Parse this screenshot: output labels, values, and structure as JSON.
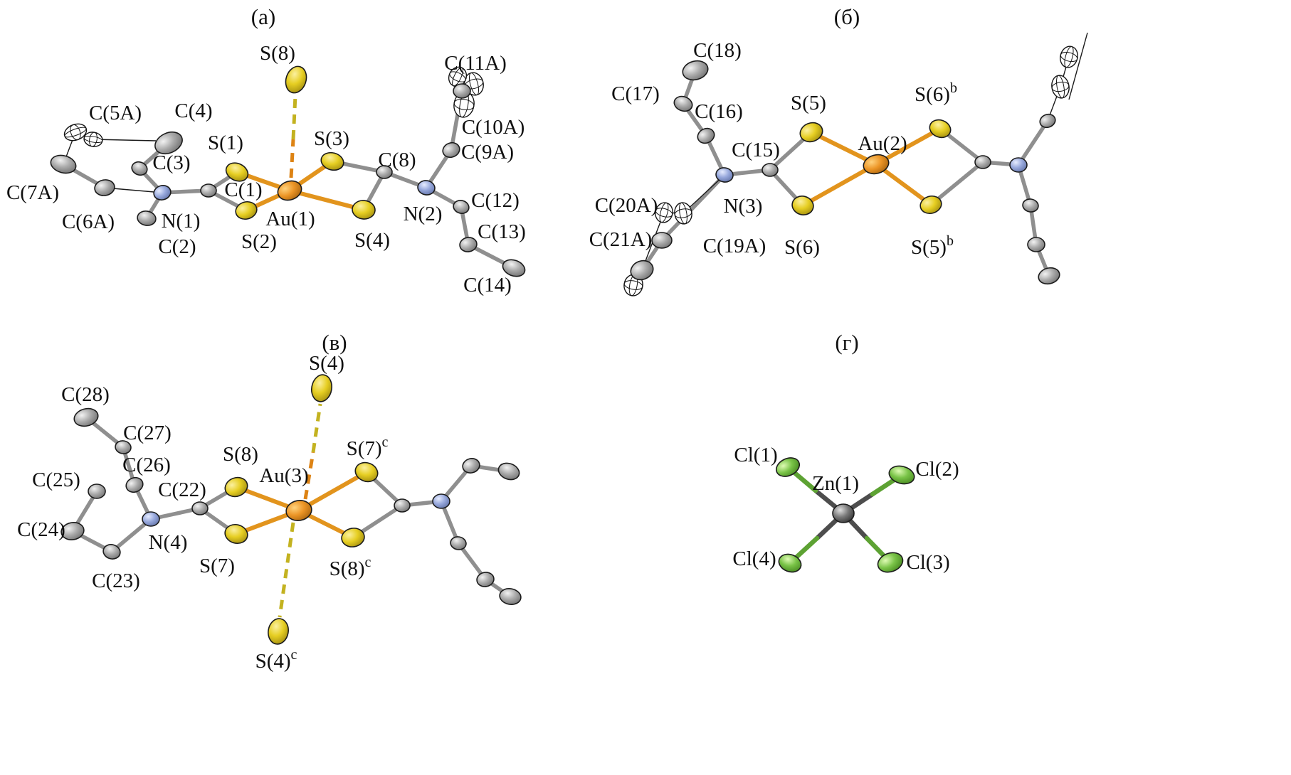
{
  "figure": {
    "background": "#ffffff",
    "text_color": "#101010",
    "atom_colors": {
      "gold": "#e0861c",
      "sulfur": "#e2ca1e",
      "nitrogen": "#93a4d8",
      "carbon": "#a9a9a9",
      "chlorine": "#6fbe3d",
      "zinc": "#6e6e6e"
    },
    "panels": {
      "a": {
        "title": "(а)",
        "labels": {
          "S8": "S(8)",
          "C5A": "C(5A)",
          "C4": "C(4)",
          "C7A": "C(7A)",
          "C3": "C(3)",
          "C6A": "C(6A)",
          "N1": "N(1)",
          "C2": "C(2)",
          "S1": "S(1)",
          "C1": "C(1)",
          "S2": "S(2)",
          "Au1": "Au(1)",
          "S3": "S(3)",
          "S4": "S(4)",
          "C8": "C(8)",
          "C11A": "C(11A)",
          "C10A": "C(10A)",
          "C9A": "C(9A)",
          "N2": "N(2)",
          "C12": "C(12)",
          "C13": "C(13)",
          "C14": "C(14)"
        }
      },
      "b": {
        "title": "(б)",
        "labels": {
          "C18": "C(18)",
          "C17": "C(17)",
          "C16": "C(16)",
          "S5": "S(5)",
          "Au2": "Au(2)",
          "C15": "C(15)",
          "N3": "N(3)",
          "C20A": "C(20A)",
          "C21A": "C(21A)",
          "C19A": "C(19A)",
          "S6": "S(6)",
          "S6b": {
            "base": "S(6)",
            "sup": "b"
          },
          "S5b": {
            "base": "S(5)",
            "sup": "b"
          }
        }
      },
      "v": {
        "title": "(в)",
        "labels": {
          "S4": "S(4)",
          "C28": "C(28)",
          "C27": "C(27)",
          "C26": "C(26)",
          "C25": "C(25)",
          "C24": "C(24)",
          "C22": "C(22)",
          "N4": "N(4)",
          "C23": "C(23)",
          "S8": "S(8)",
          "Au3": "Au(3)",
          "S7": "S(7)",
          "S7c": {
            "base": "S(7)",
            "sup": "c"
          },
          "S8c": {
            "base": "S(8)",
            "sup": "c"
          },
          "S4c": {
            "base": "S(4)",
            "sup": "c"
          }
        }
      },
      "g": {
        "title": "(г)",
        "labels": {
          "Cl1": "Cl(1)",
          "Zn1": "Zn(1)",
          "Cl2": "Cl(2)",
          "Cl4": "Cl(4)",
          "Cl3": "Cl(3)"
        }
      }
    }
  }
}
